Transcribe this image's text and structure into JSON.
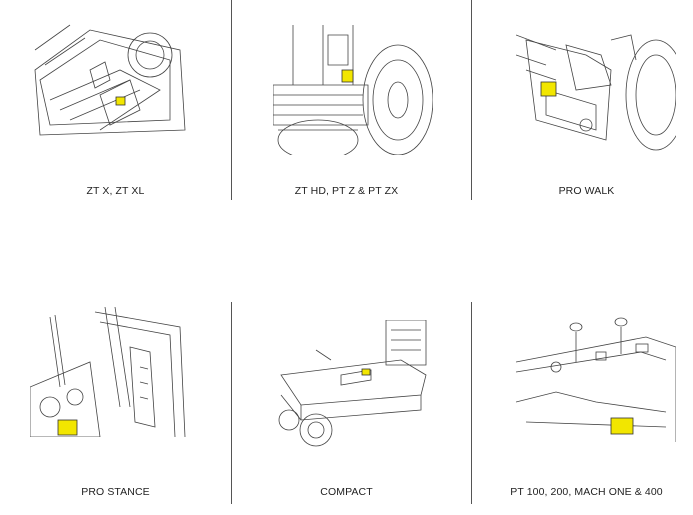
{
  "models": [
    {
      "id": "zt",
      "caption": "ZT X, ZT XL"
    },
    {
      "id": "zthd",
      "caption": "ZT HD, PT Z & PT ZX"
    },
    {
      "id": "prowalk",
      "caption": "PRO WALK"
    },
    {
      "id": "prostance",
      "caption": "PRO STANCE"
    },
    {
      "id": "compact",
      "caption": "COMPACT"
    },
    {
      "id": "pt100",
      "caption": "PT 100, 200, MACH ONE & 400"
    }
  ],
  "colors": {
    "highlight": "#f2e600",
    "line": "#444444",
    "divider": "#555555",
    "text": "#222222"
  }
}
